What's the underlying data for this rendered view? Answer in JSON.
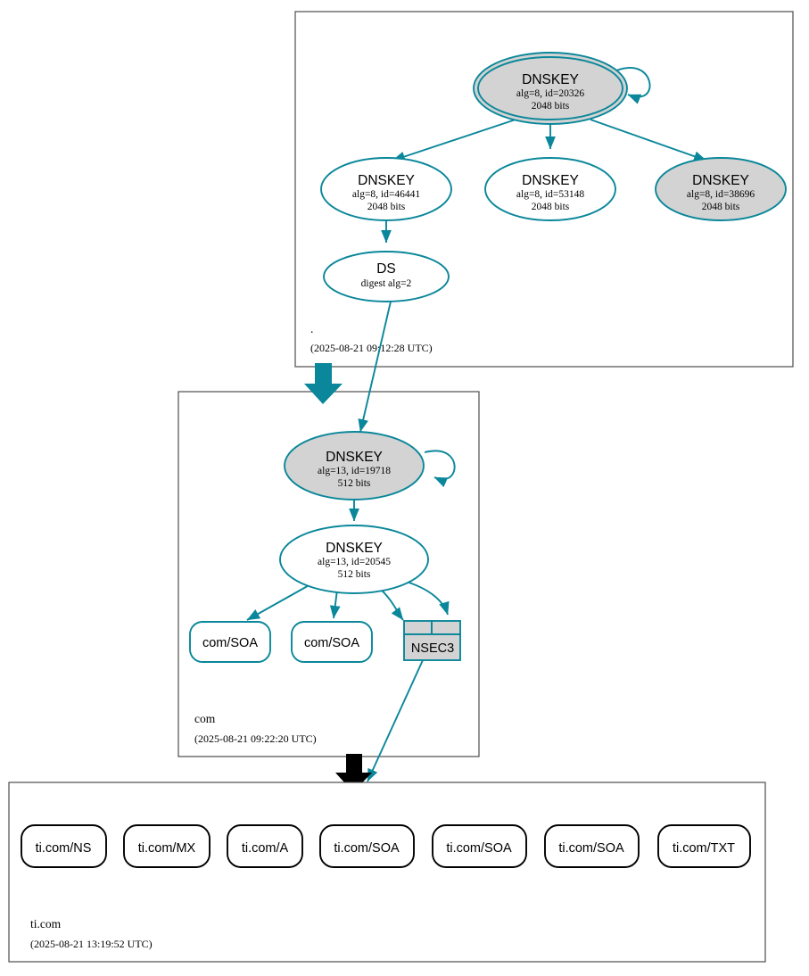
{
  "diagram": {
    "type": "dnssec-authentication-chain",
    "accent_color": "#0a879a",
    "secure_fill": "#d3d3d3",
    "insecure_stroke": "#000000",
    "zone_border_color": "#4d4d4d"
  },
  "zones": [
    {
      "id": "root",
      "name": ".",
      "timestamp": "(2025-08-21 09:12:28 UTC)",
      "nodes": [
        {
          "id": "ksk-20326",
          "kind": "DNSKEY",
          "title": "DNSKEY",
          "line2": "alg=8, id=20326",
          "line3": "2048 bits",
          "alg": 8,
          "key_id": 20326,
          "bits": 2048,
          "role": "ksk",
          "peripheries": 2,
          "filled": true,
          "self_signed": true
        },
        {
          "id": "zsk-46441",
          "kind": "DNSKEY",
          "title": "DNSKEY",
          "line2": "alg=8, id=46441",
          "line3": "2048 bits",
          "alg": 8,
          "key_id": 46441,
          "bits": 2048,
          "role": "zsk",
          "peripheries": 1,
          "filled": false,
          "self_signed": false
        },
        {
          "id": "zsk-53148",
          "kind": "DNSKEY",
          "title": "DNSKEY",
          "line2": "alg=8, id=53148",
          "line3": "2048 bits",
          "alg": 8,
          "key_id": 53148,
          "bits": 2048,
          "role": "zsk",
          "peripheries": 1,
          "filled": false,
          "self_signed": false
        },
        {
          "id": "zsk-38696",
          "kind": "DNSKEY",
          "title": "DNSKEY",
          "line2": "alg=8, id=38696",
          "line3": "2048 bits",
          "alg": 8,
          "key_id": 38696,
          "bits": 2048,
          "role": "zsk",
          "peripheries": 1,
          "filled": true,
          "self_signed": false
        },
        {
          "id": "ds-com",
          "kind": "DS",
          "title": "DS",
          "line2": "digest alg=2",
          "line3": "",
          "digest_alg": 2,
          "peripheries": 1,
          "filled": false
        }
      ]
    },
    {
      "id": "com",
      "name": "com",
      "timestamp": "(2025-08-21 09:22:20 UTC)",
      "nodes": [
        {
          "id": "ksk-19718",
          "kind": "DNSKEY",
          "title": "DNSKEY",
          "line2": "alg=13, id=19718",
          "line3": "512 bits",
          "alg": 13,
          "key_id": 19718,
          "bits": 512,
          "role": "ksk",
          "peripheries": 1,
          "filled": true,
          "self_signed": true
        },
        {
          "id": "zsk-20545",
          "kind": "DNSKEY",
          "title": "DNSKEY",
          "line2": "alg=13, id=20545",
          "line3": "512 bits",
          "alg": 13,
          "key_id": 20545,
          "bits": 512,
          "role": "zsk",
          "peripheries": 1,
          "filled": false,
          "self_signed": false
        },
        {
          "id": "com-soa-1",
          "kind": "RRset",
          "title": "com/SOA",
          "filled": false
        },
        {
          "id": "com-soa-2",
          "kind": "RRset",
          "title": "com/SOA",
          "filled": false
        },
        {
          "id": "com-nsec3",
          "kind": "NSEC3",
          "title": "NSEC3",
          "filled": true
        }
      ]
    },
    {
      "id": "ticom",
      "name": "ti.com",
      "timestamp": "(2025-08-21 13:19:52 UTC)",
      "nodes": [
        {
          "id": "ti-ns",
          "kind": "RRset",
          "title": "ti.com/NS",
          "insecure": true
        },
        {
          "id": "ti-mx",
          "kind": "RRset",
          "title": "ti.com/MX",
          "insecure": true
        },
        {
          "id": "ti-a",
          "kind": "RRset",
          "title": "ti.com/A",
          "insecure": true
        },
        {
          "id": "ti-soa1",
          "kind": "RRset",
          "title": "ti.com/SOA",
          "insecure": true
        },
        {
          "id": "ti-soa2",
          "kind": "RRset",
          "title": "ti.com/SOA",
          "insecure": true
        },
        {
          "id": "ti-soa3",
          "kind": "RRset",
          "title": "ti.com/SOA",
          "insecure": true
        },
        {
          "id": "ti-txt",
          "kind": "RRset",
          "title": "ti.com/TXT",
          "insecure": true
        }
      ]
    }
  ],
  "delegations": [
    {
      "from": "root",
      "to": "com",
      "status": "secure",
      "color": "#0a879a"
    },
    {
      "from": "com",
      "to": "ti.com",
      "status": "insecure",
      "color": "#000000"
    }
  ]
}
